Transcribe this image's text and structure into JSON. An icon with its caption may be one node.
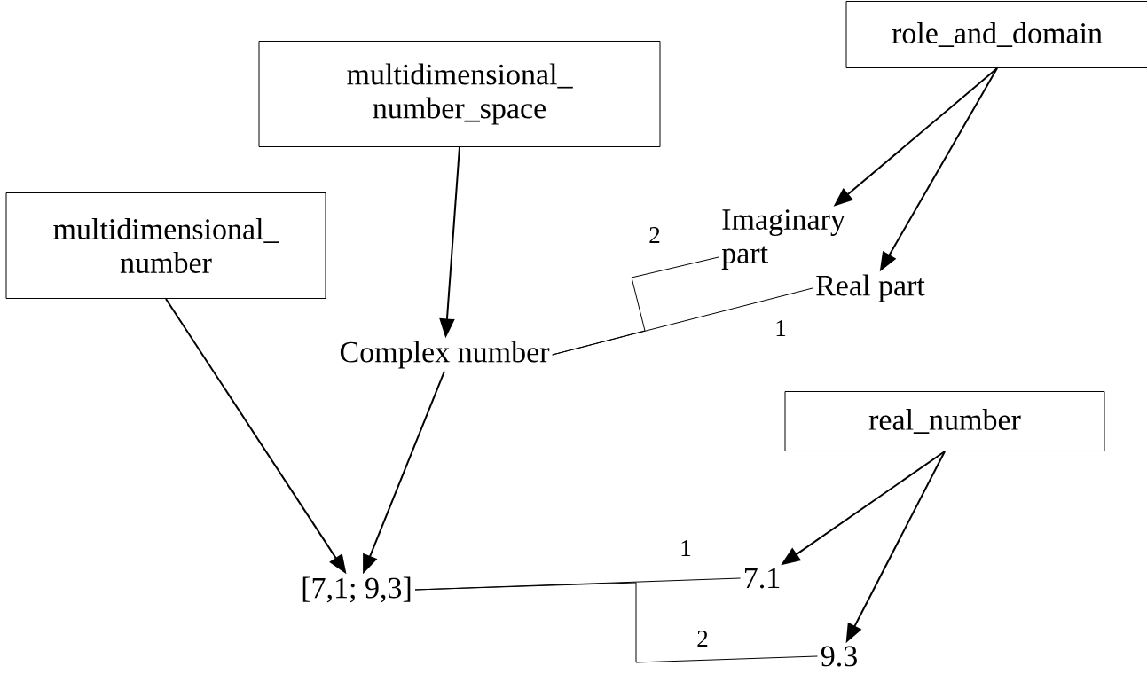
{
  "diagram": {
    "nodes": [
      {
        "text": [
          "role_and_domain"
        ]
      },
      {
        "text": [
          "multidimensional_ number_space"
        ]
      },
      {
        "text": [
          "multidimensional_ number"
        ]
      },
      {
        "text": [
          "Imaginary part"
        ]
      },
      {
        "text": [
          "Real part"
        ]
      },
      {
        "text": [
          "Complex number"
        ]
      },
      {
        "text": [
          "real_number"
        ]
      },
      {
        "text": [
          "[7,1; 9,3]"
        ]
      },
      {
        "text": [
          "7.1"
        ]
      },
      {
        "text": [
          "9.3"
        ]
      }
    ],
    "edges": [
      {
        "from": 0,
        "to": 3,
        "arrow": "to"
      },
      {
        "from": 0,
        "to": 4,
        "arrow": "to"
      },
      {
        "from": 1,
        "to": 5,
        "arrow": "to"
      },
      {
        "from": 5,
        "to": 3,
        "arrow": "none",
        "label": "2"
      },
      {
        "from": 5,
        "to": 4,
        "arrow": "none",
        "label": "1"
      },
      {
        "from": 2,
        "to": 7,
        "arrow": "to"
      },
      {
        "from": 5,
        "to": 7,
        "arrow": "to"
      },
      {
        "from": 6,
        "to": 8,
        "arrow": "to"
      },
      {
        "from": 6,
        "to": 9,
        "arrow": "to"
      },
      {
        "from": 7,
        "to": 8,
        "arrow": "none",
        "label": "1"
      },
      {
        "from": 7,
        "to": 9,
        "arrow": "none",
        "label": "2"
      }
    ]
  }
}
